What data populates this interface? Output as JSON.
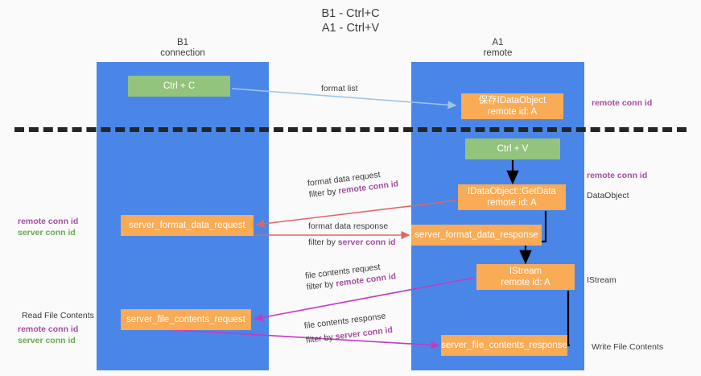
{
  "title": {
    "line1": "B1 - Ctrl+C",
    "line2": "A1 - Ctrl+V"
  },
  "columns": [
    {
      "id": "b1",
      "name": "B1",
      "role": "connection"
    },
    {
      "id": "a1",
      "name": "A1",
      "role": "remote"
    }
  ],
  "boxes": {
    "ctrl_c": {
      "label": "Ctrl + C",
      "color": "#93c47d"
    },
    "dataobject": {
      "line1": "保存IDataObject",
      "line2": "remote id: A",
      "color": "#f9ab55"
    },
    "ctrl_v": {
      "label": "Ctrl + V",
      "color": "#93c47d"
    },
    "getdata": {
      "line1": "IDataObject::GetData",
      "line2": "remote id: A",
      "color": "#f9ab55"
    },
    "server_format_data_request": {
      "label": "server_format_data_request",
      "color": "#f9ab55"
    },
    "server_format_data_response": {
      "label": "server_format_data_response",
      "color": "#f9ab55"
    },
    "istream": {
      "line1": "IStream",
      "line2": "remote id: A",
      "color": "#f9ab55"
    },
    "server_file_contents_request": {
      "label": "server_file_contents_request",
      "color": "#f9ab55"
    },
    "server_file_contents_response": {
      "label": "server_file_contents_response",
      "color": "#f9ab55"
    }
  },
  "edge_labels": {
    "format_list": {
      "line1": "format list"
    },
    "format_data_request": {
      "line1": "format data request",
      "line2_prefix": "filter by ",
      "line2_key": "remote conn id"
    },
    "format_data_response": {
      "line1": "format data response",
      "line2_prefix": "filter by ",
      "line2_key": "server conn id"
    },
    "file_contents_request": {
      "line1": "file contents request",
      "line2_prefix": "filter by ",
      "line2_key": "remote conn id"
    },
    "file_contents_response": {
      "line1": "file contents response",
      "line2_prefix": "filter by ",
      "line2_key": "server conn id"
    }
  },
  "annotations": {
    "remote_conn_id_top": "remote conn id",
    "remote_conn_id_mid": "remote conn id",
    "dataobject_group": "DataObject",
    "istream_group": "IStream",
    "write_file_contents": "Write File Contents",
    "read_file_contents": "Read File Contents",
    "remote_conn_id_left_1": "remote conn id",
    "server_conn_id_left_1": "server conn id",
    "remote_conn_id_left_2": "remote conn id",
    "server_conn_id_left_2": "server conn id"
  },
  "colors": {
    "column_blue": "#4a86e8",
    "box_green": "#93c47d",
    "box_orange": "#f9ab55",
    "accent_purple": "#a64d9e",
    "accent_green": "#6aa84f",
    "arrow_lightblue": "#9fc5e8",
    "arrow_red": "#e06666",
    "arrow_magenta": "#c23bc2",
    "arrow_black": "#000000",
    "divider_black": "#262626"
  }
}
